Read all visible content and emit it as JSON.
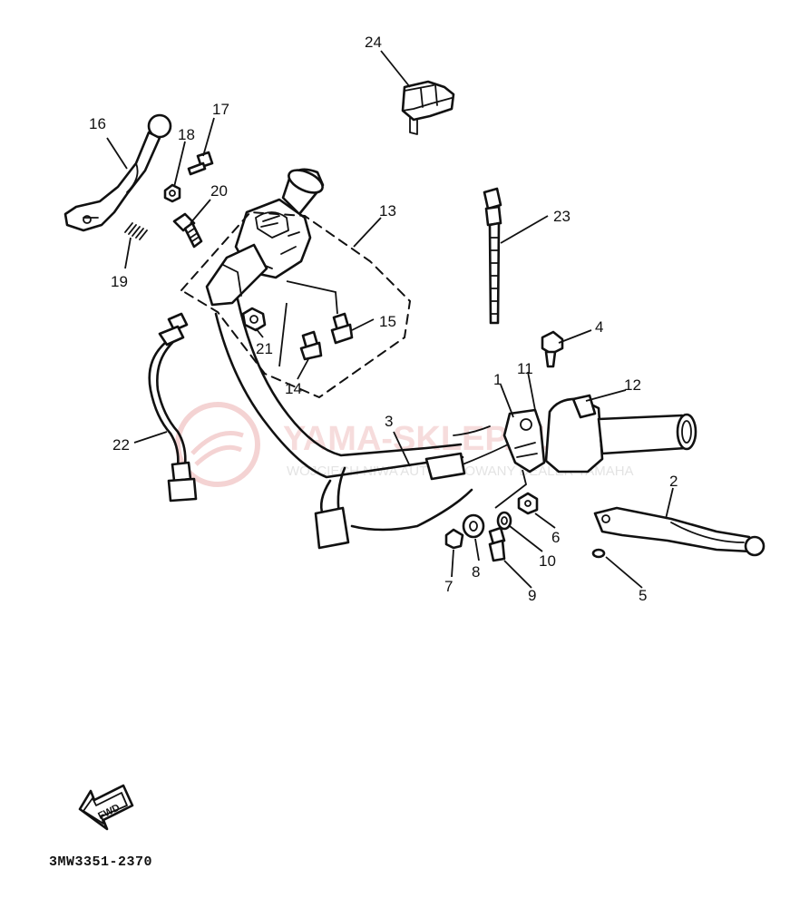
{
  "diagram_code": "3MW3351-2370",
  "fwd_label": "FWD",
  "watermark": {
    "title": "YAMA-SKLEP.PL",
    "subtitle": "WOJCIECH NIWA AUTORYZOWANY DEALER YAMAHA"
  },
  "callouts": [
    "1",
    "2",
    "3",
    "4",
    "5",
    "6",
    "7",
    "8",
    "9",
    "10",
    "11",
    "12",
    "13",
    "14",
    "15",
    "16",
    "17",
    "18",
    "19",
    "20",
    "21",
    "22",
    "23",
    "24"
  ]
}
